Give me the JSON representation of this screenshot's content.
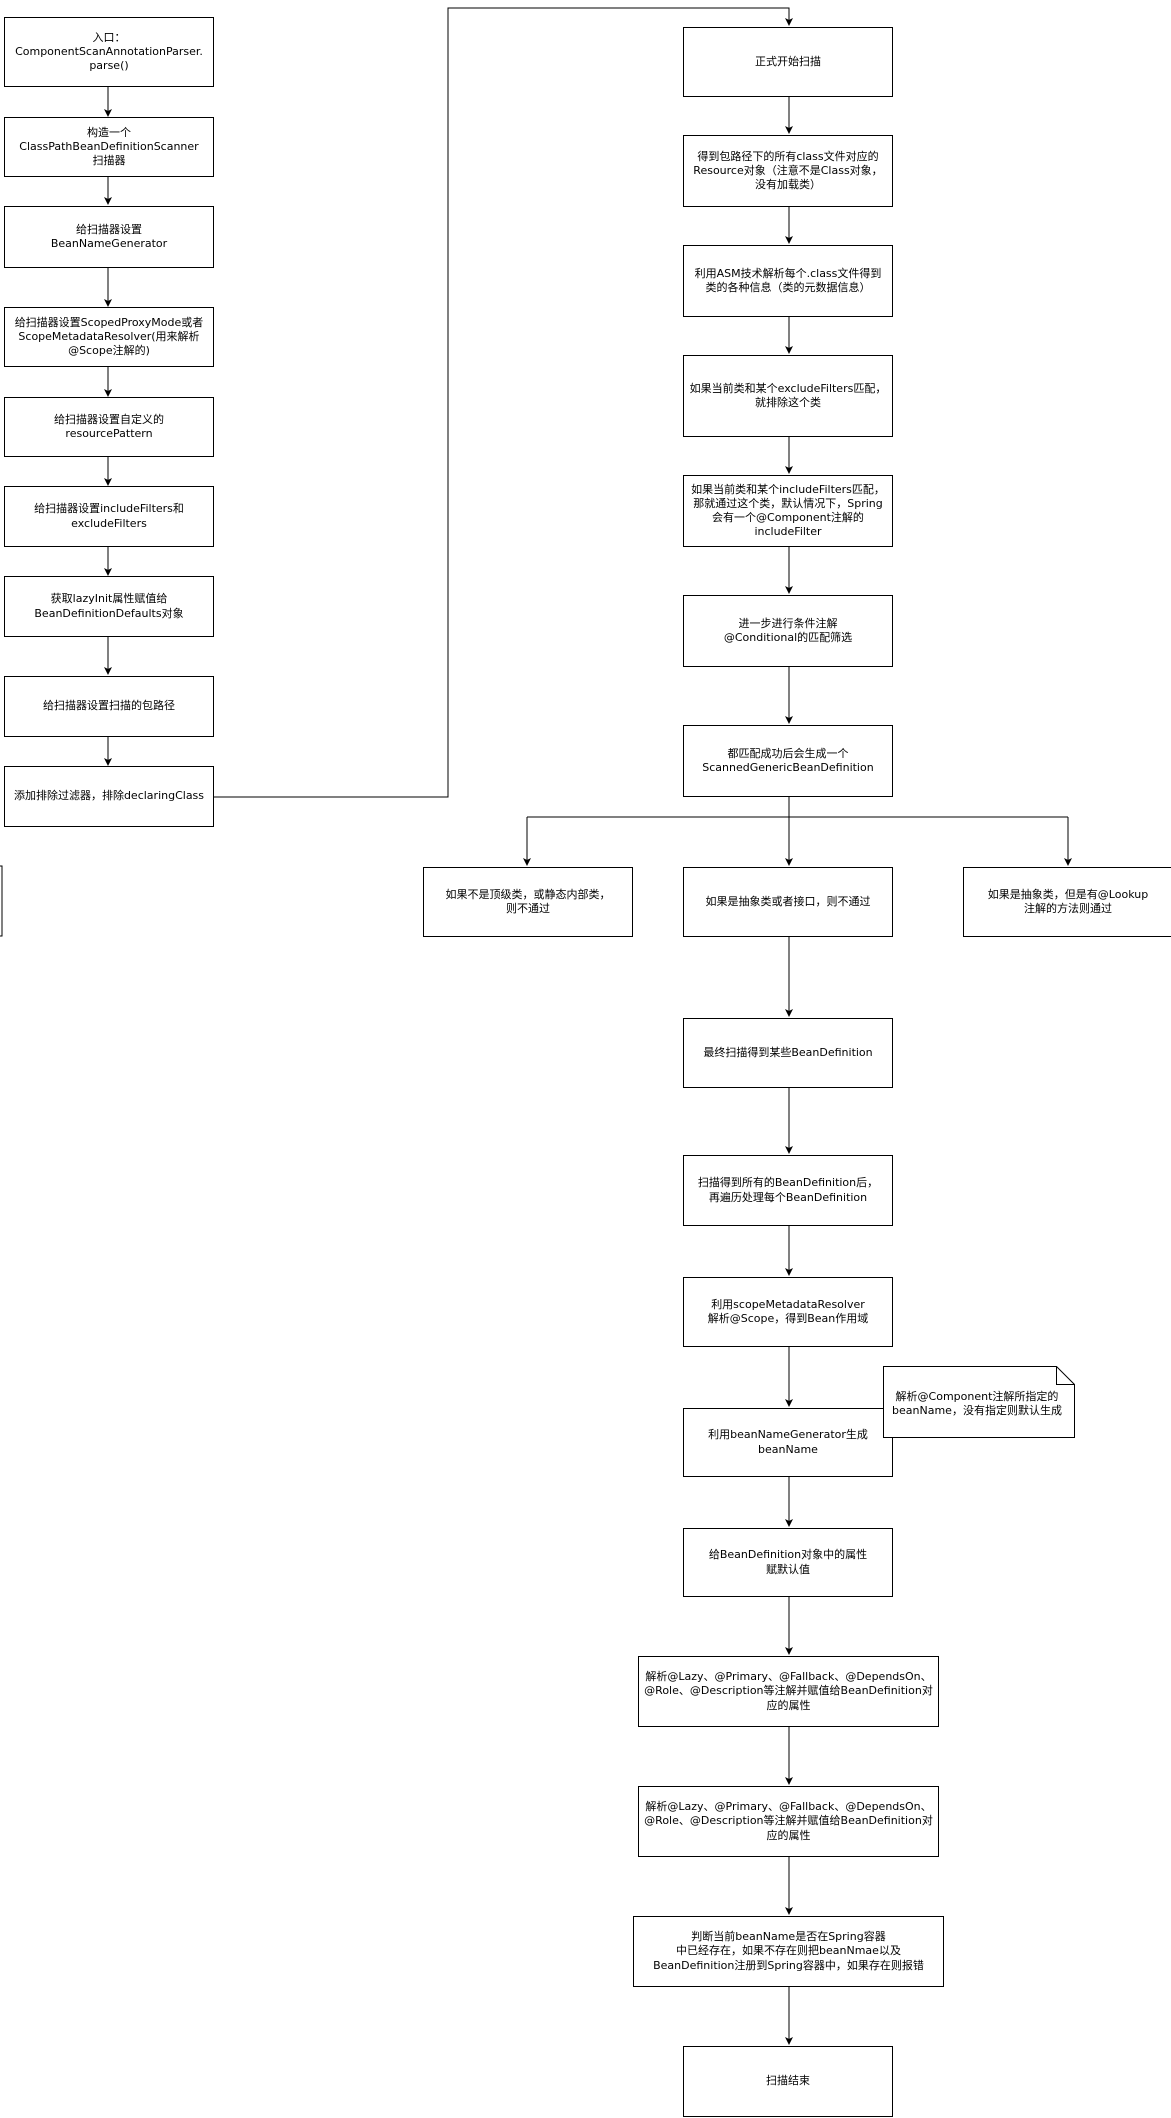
{
  "diagram": {
    "left_flow": [
      "入口：\nComponentScanAnnotationParser.\nparse()",
      "构造一个\nClassPathBeanDefinitionScanner\n扫描器",
      "给扫描器设置\nBeanNameGenerator",
      "给扫描器设置ScopedProxyMode或者\nScopeMetadataResolver(用来解析\n@Scope注解的)",
      "给扫描器设置自定义的\nresourcePattern",
      "给扫描器设置includeFilters和\nexcludeFilters",
      "获取lazyInit属性赋值给\nBeanDefinitionDefaults对象",
      "给扫描器设置扫描的包路径",
      "添加排除过滤器，排除declaringClass"
    ],
    "main_flow_top": [
      "正式开始扫描",
      "得到包路径下的所有class文件对应的\nResource对象（注意不是Class对象，\n没有加载类）",
      "利用ASM技术解析每个.class文件得到\n类的各种信息（类的元数据信息）",
      "如果当前类和某个excludeFilters匹配，\n就排除这个类",
      "如果当前类和某个includeFilters匹配，\n那就通过这个类，默认情况下，Spring\n会有一个@Component注解的\nincludeFilter",
      "进一步进行条件注解\n@Conditional的匹配筛选",
      "都匹配成功后会生成一个\nScannedGenericBeanDefinition"
    ],
    "branches": {
      "left": "如果不是顶级类，或静态内部类，\n则不通过",
      "middle": "如果是抽象类或者接口，则不通过",
      "right": "如果是抽象类，但是有@Lookup\n注解的方法则通过"
    },
    "main_flow_bottom": [
      "最终扫描得到某些BeanDefinition",
      "扫描得到所有的BeanDefinition后，\n再遍历处理每个BeanDefinition",
      "利用scopeMetadataResolver\n解析@Scope，得到Bean作用域",
      "利用beanNameGenerator生成\nbeanName",
      "给BeanDefinition对象中的属性\n赋默认值",
      "解析@Lazy、@Primary、@Fallback、@DependsOn、\n@Role、@Description等注解并赋值给BeanDefinition对\n应的属性",
      "解析@Lazy、@Primary、@Fallback、@DependsOn、\n@Role、@Description等注解并赋值给BeanDefinition对\n应的属性",
      "判断当前beanName是否在Spring容器\n中已经存在，如果不存在则把beanNmae以及\nBeanDefinition注册到Spring容器中，如果存在则报错",
      "扫描结束"
    ],
    "note": "解析@Component注解所指定的\nbeanName，没有指定则默认生成"
  }
}
